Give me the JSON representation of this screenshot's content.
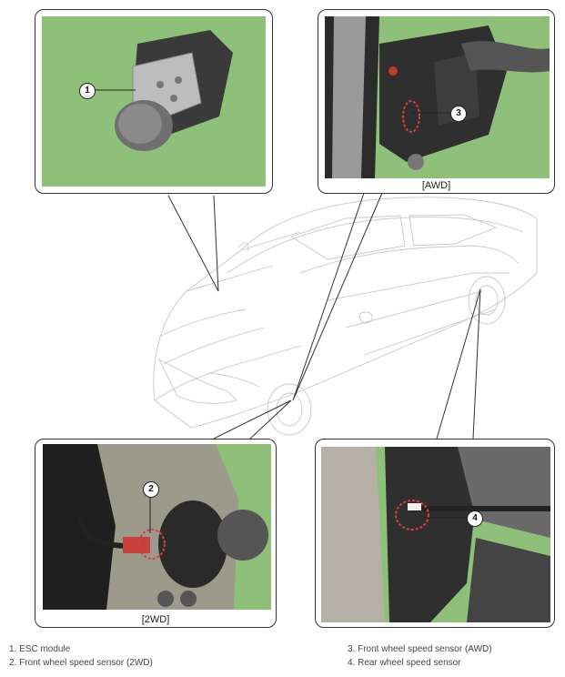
{
  "panels": {
    "esc": {
      "callout": "1"
    },
    "awd": {
      "callout": "3",
      "label": "[AWD]"
    },
    "front2wd": {
      "callout": "2",
      "label": "[2WD]"
    },
    "rear": {
      "callout": "4"
    }
  },
  "legend": [
    "1. ESC module",
    "2. Front wheel speed sensor (2WD)",
    "3. Front wheel speed sensor (AWD)",
    "4. Rear wheel speed sensor"
  ],
  "colors": {
    "background_green": "#8fc07a",
    "sensor_highlight": "#d94040"
  }
}
